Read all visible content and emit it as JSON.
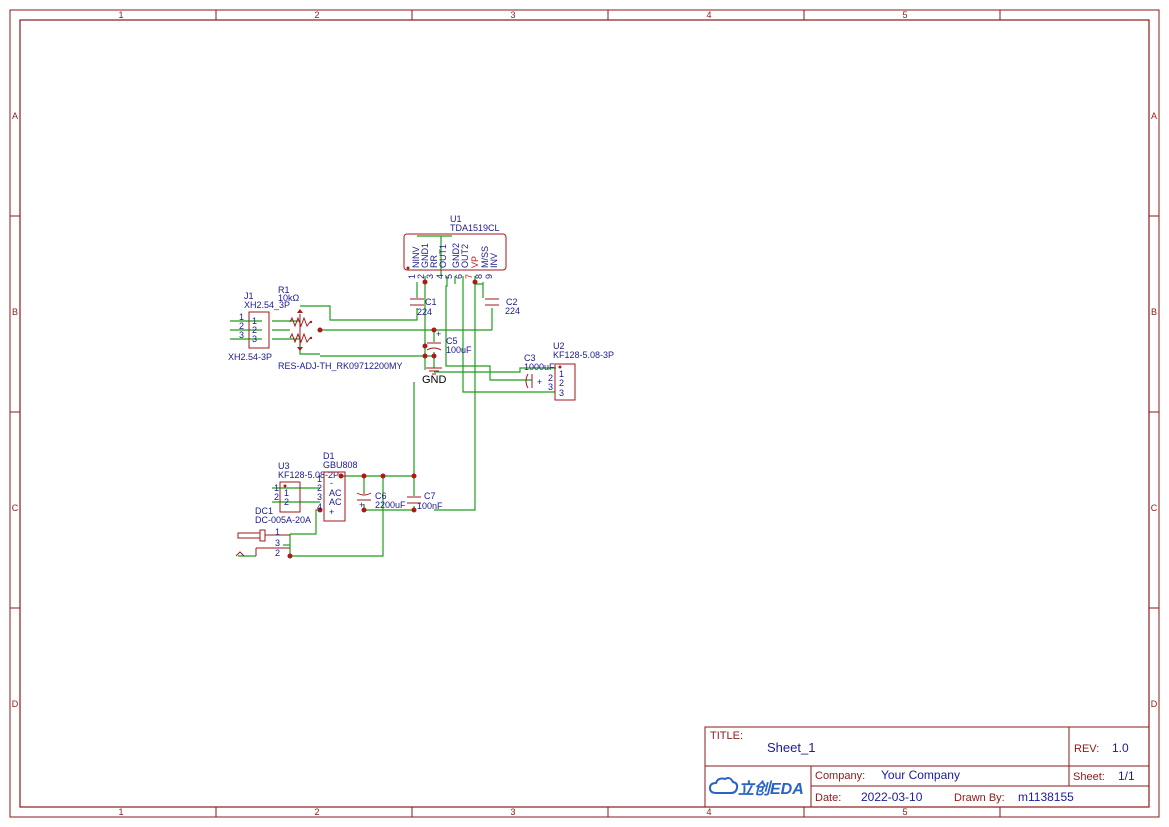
{
  "frame": {
    "cols": [
      "1",
      "2",
      "3",
      "4",
      "5"
    ],
    "rows": [
      "A",
      "B",
      "C",
      "D"
    ]
  },
  "components": {
    "u1": {
      "ref": "U1",
      "value": "TDA1519CL",
      "pins": [
        {
          "num": "1",
          "name": "NINV"
        },
        {
          "num": "2",
          "name": "GND1"
        },
        {
          "num": "3",
          "name": "RR"
        },
        {
          "num": "4",
          "name": "OUT1"
        },
        {
          "num": "5",
          "name": "GND2"
        },
        {
          "num": "6",
          "name": "OUT2"
        },
        {
          "num": "7",
          "name": "VP"
        },
        {
          "num": "8",
          "name": "M/SS"
        },
        {
          "num": "9",
          "name": "INV"
        }
      ]
    },
    "c1": {
      "ref": "C1",
      "value": "224"
    },
    "c2": {
      "ref": "C2",
      "value": "224"
    },
    "c5": {
      "ref": "C5",
      "value": "100uF"
    },
    "c3": {
      "ref": "C3",
      "value": "1000uF"
    },
    "c6": {
      "ref": "C6",
      "value": "2200uF"
    },
    "c7": {
      "ref": "C7",
      "value": "100nF"
    },
    "j1": {
      "ref": "J1",
      "value": "XH2.54_3P",
      "footprint": "XH2.54-3P",
      "pins": [
        "1",
        "2",
        "3"
      ]
    },
    "r1": {
      "ref": "R1",
      "value": "10kΩ",
      "footprint": "RES-ADJ-TH_RK09712200MY"
    },
    "u2": {
      "ref": "U2",
      "value": "KF128-5.08-3P",
      "pins": [
        "1",
        "2",
        "3"
      ]
    },
    "u3": {
      "ref": "U3",
      "value": "KF128-5.08-2P",
      "pins": [
        "1",
        "2"
      ]
    },
    "d1": {
      "ref": "D1",
      "value": "GBU808",
      "pins": [
        "1",
        "2",
        "3",
        "4"
      ],
      "labels": [
        "-",
        "AC",
        "AC",
        "+"
      ]
    },
    "dc1": {
      "ref": "DC1",
      "value": "DC-005A-20A",
      "pins": [
        "1",
        "3",
        "2"
      ]
    },
    "gnd": {
      "label": "GND"
    }
  },
  "title_block": {
    "title_label": "TITLE:",
    "title_value": "Sheet_1",
    "rev_label": "REV:",
    "rev_value": "1.0",
    "company_label": "Company:",
    "company_value": "Your Company",
    "sheet_label": "Sheet:",
    "sheet_value": "1/1",
    "date_label": "Date:",
    "date_value": "2022-03-10",
    "drawn_label": "Drawn By:",
    "drawn_value": "m1138155",
    "logo_text": "立创EDA"
  }
}
